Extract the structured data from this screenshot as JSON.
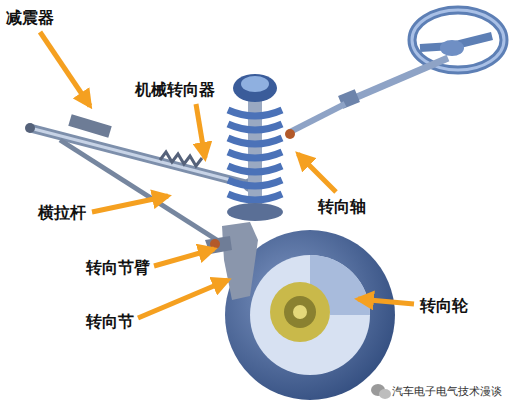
{
  "diagram": {
    "labels": [
      "减震器",
      "机械转向器",
      "横拉杆",
      "转向节臂",
      "转向节",
      "转向轴",
      "转向轮",
      "汽车电子电气技术漫谈"
    ]
  }
}
